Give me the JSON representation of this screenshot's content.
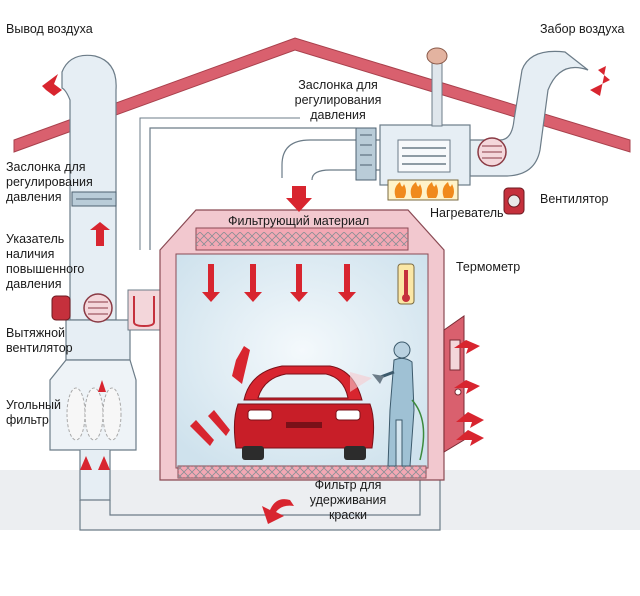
{
  "labels": {
    "air_outlet": "Вывод воздуха",
    "air_intake": "Забор воздуха",
    "damper_top": "Заслонка для регулирования давления",
    "damper_left": "Заслонка для регулирования давления",
    "filter_material": "Фильтрующий материал",
    "heater": "Нагреватель",
    "fan": "Вентилятор",
    "pressure_indicator": "Указатель наличия повышенного давления",
    "thermometer": "Термометр",
    "exhaust_fan": "Вытяжной вентилятор",
    "carbon_filter": "Угольный фильтр",
    "paint_filter": "Фильтр для удерживания краски"
  },
  "colors": {
    "roof": "#d9606e",
    "wall": "#f2c8cf",
    "arrow": "#d8252f",
    "duct": "#e6eef4",
    "duct_stroke": "#6c7c88",
    "room_bg": "#dbe9f1",
    "filter_band": "#f3a8b4",
    "flame": "#f08a1c",
    "floor": "#e3e6ea"
  }
}
